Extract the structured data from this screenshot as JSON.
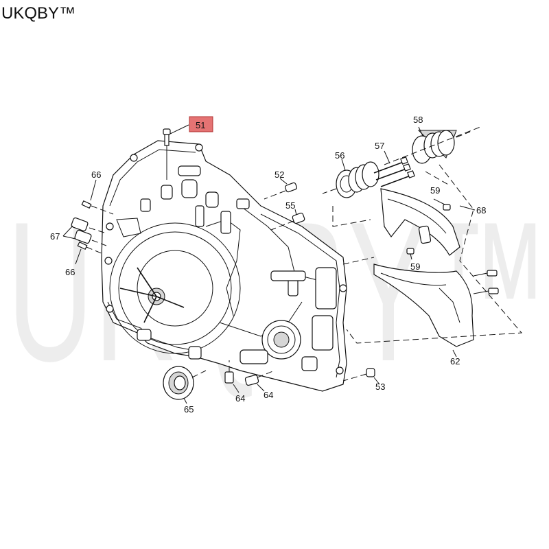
{
  "brand": "UKQBY™",
  "watermark": "UKQBY™",
  "highlight_color": "#e05a5a",
  "callouts": {
    "c51": "51",
    "c52": "52",
    "c53": "53",
    "c55": "55",
    "c56": "56",
    "c57": "57",
    "c58": "58",
    "c59a": "59",
    "c59b": "59",
    "c62": "62",
    "c64a": "64",
    "c64b": "64",
    "c65": "65",
    "c66a": "66",
    "c66b": "66",
    "c67": "67",
    "c68": "68"
  }
}
